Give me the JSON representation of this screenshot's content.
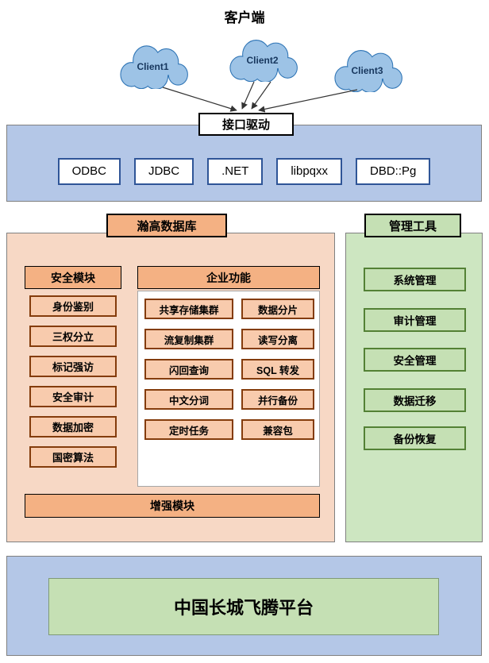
{
  "header": {
    "title": "客户端"
  },
  "clients": [
    {
      "label": "Client1"
    },
    {
      "label": "Client2"
    },
    {
      "label": "Client3"
    }
  ],
  "drivers": {
    "label": "接口驱动",
    "items": [
      "ODBC",
      "JDBC",
      ".NET",
      "libpqxx",
      "DBD::Pg"
    ]
  },
  "database": {
    "label": "瀚高数据库",
    "security_module": {
      "label": "安全模块",
      "items": [
        "身份鉴别",
        "三权分立",
        "标记强访",
        "安全审计",
        "数据加密",
        "国密算法"
      ]
    },
    "enterprise_features": {
      "label": "企业功能",
      "col1": [
        "共享存储集群",
        "流复制集群",
        "闪回查询",
        "中文分词",
        "定时任务"
      ],
      "col2": [
        "数据分片",
        "读写分离",
        "SQL 转发",
        "并行备份",
        "兼容包"
      ]
    },
    "enhanced_module": {
      "label": "增强模块"
    }
  },
  "management": {
    "label": "管理工具",
    "items": [
      "系统管理",
      "审计管理",
      "安全管理",
      "数据迁移",
      "备份恢复"
    ]
  },
  "platform": {
    "label": "中国长城飞腾平台"
  },
  "colors": {
    "band_blue": "#b4c7e7",
    "driver_border": "#2f5597",
    "cloud_fill": "#9dc3e6",
    "cloud_border": "#2e74b5",
    "salmon_section": "#f7d8c5",
    "salmon_item": "#f8cbad",
    "salmon_header": "#f4b183",
    "salmon_border": "#843c0c",
    "green_section": "#cde6c1",
    "green_item": "#c5e0b4",
    "green_border": "#538135"
  }
}
